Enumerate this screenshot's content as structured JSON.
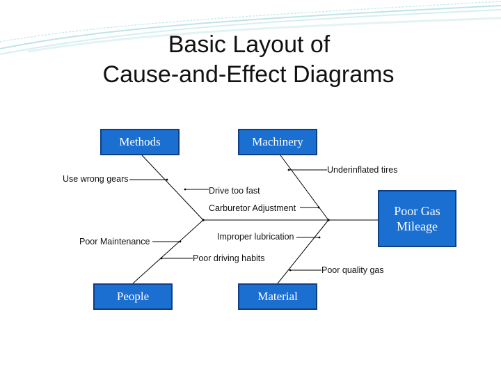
{
  "title": {
    "line1": "Basic Layout of",
    "line2": "Cause-and-Effect Diagrams"
  },
  "categories": {
    "methods": "Methods",
    "machinery": "Machinery",
    "people": "People",
    "material": "Material"
  },
  "effect": {
    "line1": "Poor Gas",
    "line2": "Mileage"
  },
  "causes": {
    "underinflated_tires": "Underinflated tires",
    "use_wrong_gears": "Use wrong gears",
    "drive_too_fast": "Drive too fast",
    "carburetor_adjustment": "Carburetor Adjustment",
    "improper_lubrication": "Improper lubrication",
    "poor_maintenance": "Poor Maintenance",
    "poor_driving_habits": "Poor driving habits",
    "poor_quality_gas": "Poor quality gas"
  },
  "colors": {
    "box_fill": "#1b6fd0",
    "box_border": "#0e3f86",
    "box_text": "#ffffff",
    "line": "#000000",
    "deco_teal": "#9fd6db"
  }
}
